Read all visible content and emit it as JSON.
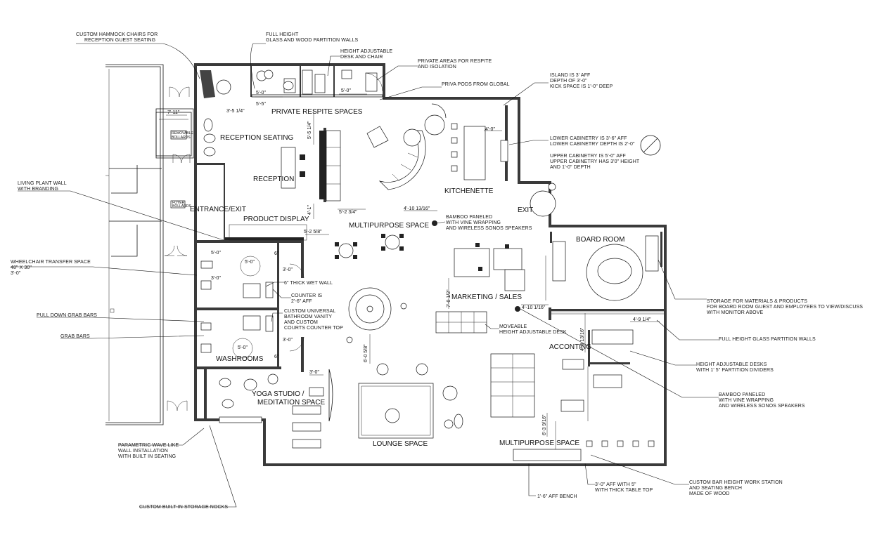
{
  "rooms": {
    "private_respite": "PRIVATE RESPITE SPACES",
    "reception_seating": "RECEPTION SEATING",
    "reception": "RECEPTION",
    "entrance": "ENTRANCE/EXIT",
    "product_display": "PRODUCT DISPLAY",
    "multipurpose_top": "MULTIPURPOSE SPACE",
    "kitchenette": "KITCHENETTE",
    "exit": "EXIT",
    "board_room": "BOARD ROOM",
    "marketing": "MARKETING / SALES",
    "accounting": "ACCONTING",
    "washrooms": "WASHROOMS",
    "yoga_1": "YOGA STUDIO /",
    "yoga_2": "MEDITATION SPACE",
    "lounge": "LOUNGE SPACE",
    "multipurpose_bottom": "MULTIPURPOSE SPACE"
  },
  "notes": {
    "hammock": [
      "CUSTOM HAMMOCK CHAIRS FOR",
      "RECEPTION GUEST SEATING"
    ],
    "full_height": [
      "FULL HEIGHT",
      "GLASS AND WOOD PARTITION WALLS"
    ],
    "height_desk": [
      "HEIGHT ADJUSTABLE",
      "DESK AND CHAIR"
    ],
    "private_areas": [
      "PRIVATE AREAS FOR RESPITE",
      "AND ISOLATION"
    ],
    "priva": [
      "PRIVA PODS FROM GLOBAL"
    ],
    "island": [
      "ISLAND IS 3' AFF",
      "DEPTH OF 3'-0\"",
      "KICK SPACE IS 1'-0\" DEEP"
    ],
    "lower_cab": [
      "LOWER CABINETRY IS 3'-6\" AFF",
      "LOWER CABINETRY DEPTH IS 2'-0\""
    ],
    "upper_cab": [
      "UPPER CABINETRY IS 5'-0\" AFF",
      "UPPER CABINETRY HAS 3'0\" HEIGHT",
      "AND 1'-0\" DEPTH"
    ],
    "living_wall": [
      "LIVING PLANT WALL",
      "WITH BRANDING"
    ],
    "bamboo_top": [
      "BAMBOO PANELED",
      "WITH VINE WRAPPING",
      "AND WIRELESS SONOS SPEAKERS"
    ],
    "wheelchair": [
      "WHEELCHAIR TRANSFER SPACE",
      "48\" X 30\"",
      "3'-0\""
    ],
    "thick_wall": [
      "6\" THICK WET WALL"
    ],
    "counter": [
      "COUNTER IS",
      "2'-6\" AFF"
    ],
    "vanity": [
      "CUSTOM UNIVERSAL",
      "BATHROOM VANITY",
      "AND CUSTOM",
      "COURTS COUNTER TOP"
    ],
    "pull_down": [
      "PULL DOWN GRAB BARS"
    ],
    "grab": [
      "GRAB BARS"
    ],
    "moveable": [
      "MOVEABLE",
      "HEIGHT ADJUSTABLE DESK"
    ],
    "storage": [
      "STORAGE FOR MATERIALS & PRODUCTS",
      "FOR BOARD ROOM GUEST AND EMPLOYEES TO VIEW/DISCUSS",
      "WITH MONITOR ABOVE"
    ],
    "glass_partition": [
      "FULL HEIGHT GLASS PARTITION WALLS"
    ],
    "height_desks": [
      "HEIGHT ADJUSTABLE  DESKS",
      "WITH 1' 5\" PARTITION DIVIDERS"
    ],
    "bamboo_bottom": [
      "BAMBOO PANELED",
      "WITH VINE WRAPPING",
      "AND WIRELESS SONOS SPEAKERS"
    ],
    "parametric": [
      "PARAMETRIC WAVE LIKE",
      "WALL INSTALLATION",
      "WITH BUILT IN SEATING"
    ],
    "storage_nocks": [
      "CUSTOM BUILT-IN STORAGE  NOCKS"
    ],
    "bench": [
      "1'-6\" AFF BENCH"
    ],
    "table_top": [
      "3'-0\" AFF WITH 5\"",
      "WITH THICK TABLE TOP"
    ],
    "bar_station": [
      "CUSTOM BAR HEIGHT WORK STATION",
      "AND SEATING BENCH",
      "MADE OF WOOD"
    ]
  },
  "dims": {
    "d_7_11": "7'-11\"",
    "d_5_0a": "5'-0\"",
    "d_5_5": "5'-5\"",
    "d_3_5": "3'-5 1/4\"",
    "d_5_0b": "5'-0\"",
    "d_5_5v": "5'-5 1/4\"",
    "d_4_1": "4'-1\"",
    "d_2_3": "5'-2 3/4\"",
    "d_4_10a": "4'-10 13/16\"",
    "d_4_0": "4'-0\"",
    "d_5_2": "5'-2 5/8\"",
    "d_6a": "6\"",
    "d_3_0a": "3'-0\"",
    "d_5_0c": "5'-0\"",
    "d_5_0d": "5'-0\"",
    "d_6b": "6\"",
    "d_3_0b": "3'-0\"",
    "d_5_0e": "5'-0\"",
    "d_3_0c": "3'-0\"",
    "d_3_0d": "3'-0\"",
    "d_6_0": "6'-0 5/8\"",
    "d_7_0": "7'-0 1/2\"",
    "d_4_10b": "4'-10 1/16\"",
    "d_4_0v": "4'-0 13/16\"",
    "d_4_9": "4'-9 1/4\"",
    "d_6_3": "6'-3 9/16\"",
    "removable_1": "REMOVABLE",
    "removable_2": "BOLLARDS",
    "foyer_1": "FOYER",
    "foyer_2": "BOLLARDS"
  }
}
